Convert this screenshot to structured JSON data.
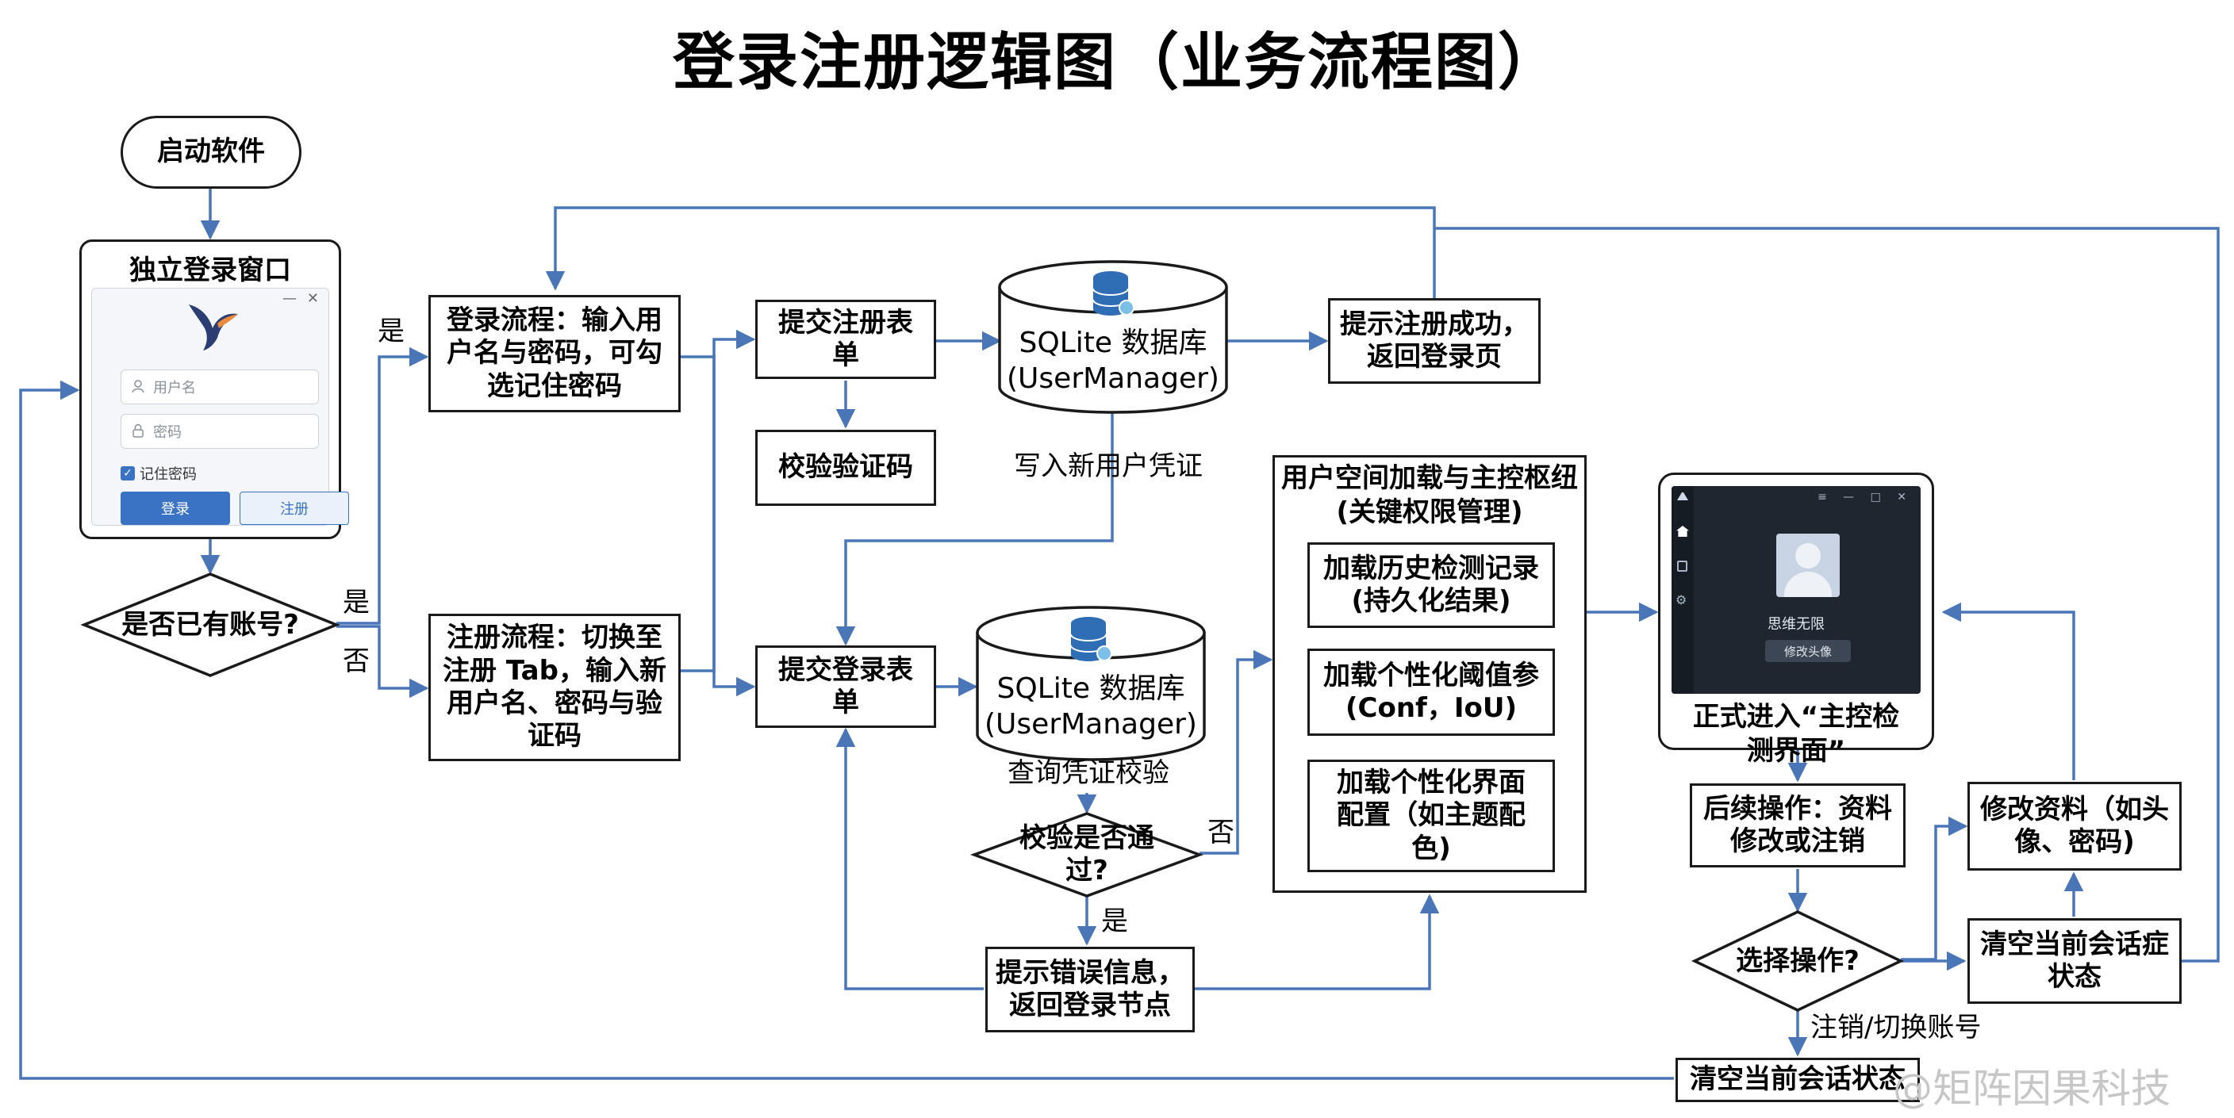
{
  "title": "登录注册逻辑图（业务流程图）",
  "nodes": {
    "start": "启动软件",
    "login_window": "独立登录窗口",
    "has_account": "是否已有账号?",
    "login_flow": "登录流程：输入用\n户名与密码，可勾\n选记住密码",
    "register_flow": "注册流程：切换至\n注册 Tab，输入新\n用户名、密码与验\n证码",
    "submit_register": "提交注册表单",
    "verify_code": "校验验证码",
    "db_top": "SQLite 数据库\n(UserManager)",
    "write_credentials": "写入新用户凭证",
    "register_success": "提示注册成功，\n返回登录页",
    "submit_login": "提交登录表单",
    "db_bottom": "SQLite 数据库\n(UserManager)",
    "query_credentials": "查询凭证校验",
    "verify_pass": "校验是否通\n过?",
    "error_box": "提示错误信息，\n返回登录节点",
    "user_space_title": "用户空间加载与主控枢纽\n(关键权限管理)",
    "load_history": "加载历史检测记录\n(持久化结果)",
    "load_threshold": "加载个性化阈值参\n(Conf，IoU)",
    "load_ui": "加载个性化界面\n配置（如主题配\n色)",
    "enter_main": "正式进入“主控检\n测界面”",
    "followup": "后续操作：资料\n修改或注销",
    "choose_op": "选择操作?",
    "edit_profile": "修改资料（如头\n像、密码)",
    "clear_state_right": "清空当前会话症\n状态",
    "clear_state_bottom": "清空当前会话状态"
  },
  "edge_labels": {
    "yes_top": "是",
    "yes_mid": "是",
    "no_mid": "否",
    "no_verify": "否",
    "yes_verify": "是",
    "logout_switch": "注销/切换账号"
  },
  "login_mock": {
    "username_placeholder": "用户名",
    "password_placeholder": "密码",
    "remember": "记住密码",
    "login_btn": "登录",
    "register_btn": "注册",
    "minimize": "—",
    "close": "✕"
  },
  "app_mock": {
    "username": "思维无限",
    "change_avatar": "修改头像"
  },
  "watermark": "@矩阵因果科技",
  "colors": {
    "arrow": "#4a76b8",
    "border": "#1a1a1a",
    "db_icon": "#2f6db5",
    "login_button": "#3b73c4"
  }
}
